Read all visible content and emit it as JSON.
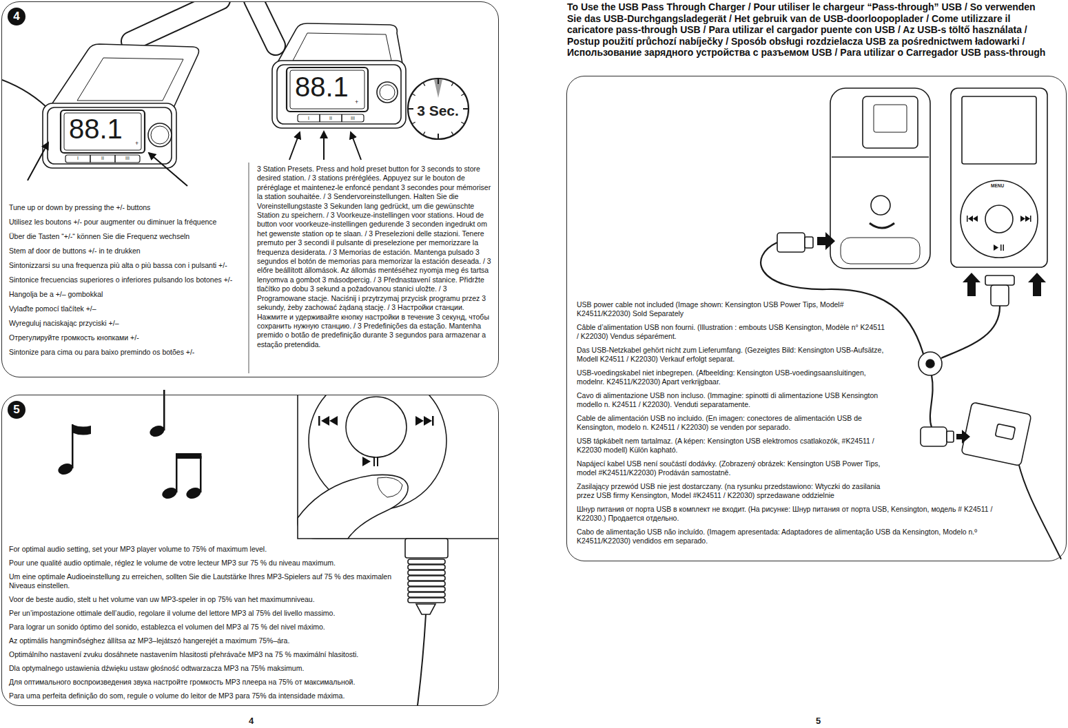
{
  "diagram": {
    "title": "To Use the USB Pass Through Charger / Pour utiliser le chargeur “Pass-through” USB / So verwenden Sie das USB-Durchgangsladegerät / Het gebruik van de USB-doorloopoplader / Come utilizzare il caricatore pass-through USB / Para utilizar el cargador puente con USB / Az USB-s töltő használata / Postup použití průchozí nabíječky / Sposób obsługi rozdzielacza USB za pośrednictwem ładowarki / Использование зарядного устройства с разъемом USB / Para utilizar o Carregador USB pass-through",
    "nodes": [
      {
        "text": [
          "4",
          "Tune up or down by pressing the +/- buttons",
          "Utilisez les boutons +/- pour augmenter ou diminuer la fréquence",
          "Über die Tasten “+/-“ können Sie die Frequenz wechseln",
          "Stem af door de buttons +/- in te drukken",
          "Sintonizzarsi su una frequenza più alta o più bassa con i pulsanti +/-",
          "Sintonice frecuencias superiores o inferiores pulsando los botones +/-",
          "Hangolja be a +/– gombokkal",
          "Vylaďte pomocí tlačítek +/–",
          "Wyreguluj naciskając przyciski +/–",
          "Отрегулируйте громкость кнопками +/-",
          "Sintonize para cima ou para baixo premindo os botões +/-",
          "3 Station Presets. Press and hold preset button for 3 seconds to store desired station. / 3 stations préréglées. Appuyez sur le bouton de préréglage et maintenez-le enfoncé pendant 3 secondes pour mémoriser la station souhaitée. / 3 Sendervoreinstellungen. Halten Sie die Voreinstellungstaste 3 Sekunden lang gedrückt, um die gewünschte Station zu speichern. / 3 Voorkeuze-instellingen voor stations. Houd de button voor voorkeuze-instellingen gedurende 3 seconden ingedrukt om het gewenste station op te slaan. / 3 Preselezioni delle stazioni. Tenere premuto per 3 secondi il pulsante di preselezione per memorizzare la frequenza desiderata. / 3 Memorias de estación. Mantenga pulsado 3 segundos el botón de memorias para memorizar la estación deseada. / 3 előre beállított állomások. Az állomás mentéséhez nyomja meg és tartsa lenyomva a gombot 3 másodpercig. / 3 Přednastavení stanice. Přidržte tlačítko po dobu 3 sekund a požadovanou stanici uložte. / 3 Programowane stacje. Naciśnij i przytrzymaj przycisk programu przez 3 sekundy, żeby zachować żądaną stację. / 3 Настройки станции. Нажмите и удерживайте кнопку настройки в течение 3 секунд, чтобы сохранить нужную станцию. / 3 Predefinições da estação. Mantenha premido o botão de predefinição durante 3 segundos para armazenar a estação pretendida."
        ]
      },
      {
        "text": [
          "3 Sec."
        ],
        "in": 0
      },
      {
        "text": [
          "5",
          "For optimal audio setting, set your MP3 player volume to 75% of maximum level.",
          "Pour une qualité audio optimale, réglez le volume de votre lecteur MP3 sur 75 % du niveau maximum.",
          "Um eine optimale Audioeinstellung zu erreichen, sollten Sie die Lautstärke Ihres MP3-Spielers auf 75 % des maximalen Niveaus einstellen.",
          "Voor de beste audio, stelt u het volume van uw MP3-speler in op 75% van het maximumniveau.",
          "Per un’impostazione ottimale dell’audio, regolare il volume del lettore MP3 al 75% del livello massimo.",
          "Para lograr un sonido óptimo del sonido, establezca el volumen del MP3 al 75 % del nivel máximo.",
          "Az optimális hangminőséghez állítsa az MP3–lejátszó hangerejét a maximum 75%–ára.",
          "Optimálního nastavení zvuku dosáhnete nastavením hlasitosti přehrávače MP3 na 75 % maximální hlasitosti.",
          "Dla optymalnego ustawienia dźwięku ustaw głośność odtwarzacza MP3 na 75% maksimum.",
          "Для оптимального воспроизведения звука настройте громкость MP3 плеера на 75% от максимальной.",
          "Para uma perfeita definição do som, regule o volume do leitor de MP3 para 75% da intensidade máxima."
        ]
      },
      {
        "text": [
          "USB power cable not included (Image shown: Kensington USB Power Tips, Model# K24511/K22030) Sold Separately",
          "Câble d’alimentation USB non fourni. (Illustration : embouts USB Kensington, Modèle n° K24511 / K22030) Vendus séparément.",
          "Das USB-Netzkabel gehört nicht zum Lieferumfang. (Gezeigtes Bild: Kensington USB-Aufsätze, Modell K24511 / K22030) Verkauf erfolgt separat.",
          "USB-voedingskabel niet inbegrepen. (Afbeelding: Kensington USB-voedingsaansluitingen, modelnr. K24511/K22030) Apart verkrijgbaar.",
          "Cavo di alimentazione USB non incluso. (Immagine: spinotti di alimentazione USB Kensington modello n. K24511 / K22030). Venduti separatamente.",
          "Cable de alimentación USB no incluido. (En imagen: conectores de alimentación USB de Kensington, modelo n. K24511 / K22030) se venden por separado.",
          "USB tápkábelt nem tartalmaz. (A képen: Kensington USB elektromos csatlakozók, #K24511 / K22030 modell) Külön kapható.",
          "Napájecí kabel USB není součástí dodávky. (Zobrazený obrázek: Kensington USB Power Tips, model #K24511/K22030) Prodáván samostatně.",
          "Zasilający przewód USB nie jest dostarczany. (na rysunku przedstawiono: Wtyczki do zasilania przez USB firmy Kensington, Model #K24511 / K22030) sprzedawane oddzielnie",
          "Шнур питания от порта USB в комплект не входит. (На рисунке: Шнур питания от порта USB, Kensington, модель # K24511 / K22030.) Продается отдельно.",
          "Cabo de alimentação USB não incluído. (Imagem apresentada: Adaptadores de alimentação USB da Kensington, Modelo n.º K24511/K22030) vendidos em separado."
        ]
      }
    ],
    "labels": [
      "88.1",
      "+",
      "I",
      "II",
      "III",
      "88.1",
      "+",
      "I",
      "II",
      "III",
      "MENU",
      "4",
      "5"
    ]
  }
}
